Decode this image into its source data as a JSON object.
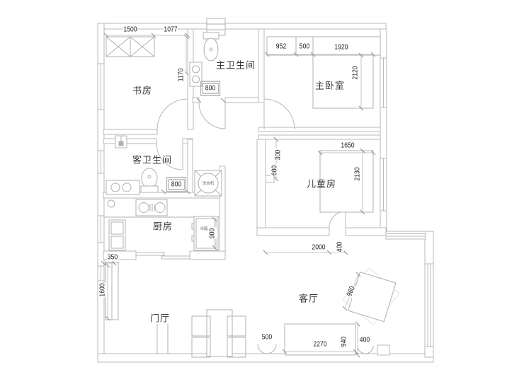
{
  "drawing": {
    "type": "apartment-floor-plan",
    "background": "#ffffff",
    "line_color": "#b9b9b9",
    "dim_line_color": "#c6c6c6",
    "text_color": "#3a3a3a",
    "dim_text_color": "#1c1c1c"
  },
  "rooms": {
    "study": {
      "label": "书房"
    },
    "master_bath": {
      "label": "主卫生间"
    },
    "master_bedroom": {
      "label": "主卧室"
    },
    "guest_bath": {
      "label": "客卫生间"
    },
    "kids_room": {
      "label": "儿童房"
    },
    "kitchen": {
      "label": "厨房"
    },
    "foyer": {
      "label": "门厅"
    },
    "living_room": {
      "label": "客厅"
    }
  },
  "appliances": {
    "washing_machine": "洗衣机",
    "fridge": "冰箱"
  },
  "dims": {
    "study_closet_w": "1500",
    "study_top_w": "1077",
    "study_side": "1170",
    "mb_closet1": "952",
    "mb_closet2": "500",
    "mb_bed_w": "1920",
    "mb_bed_l": "2120",
    "mbath_door": "800",
    "gbath_door": "800",
    "kids_bed_w": "1650",
    "kids_bed_l": "2130",
    "kids_niche_a": "300",
    "kids_niche_b": "600",
    "kids_wall": "2000",
    "kids_door": "400",
    "kitchen_offset": "350",
    "foyer_wall": "1600",
    "fridge_w": "900",
    "living_table": "960",
    "living_gap": "500",
    "sofa_w": "2270",
    "sofa_d": "940",
    "sofa_gap": "400"
  }
}
